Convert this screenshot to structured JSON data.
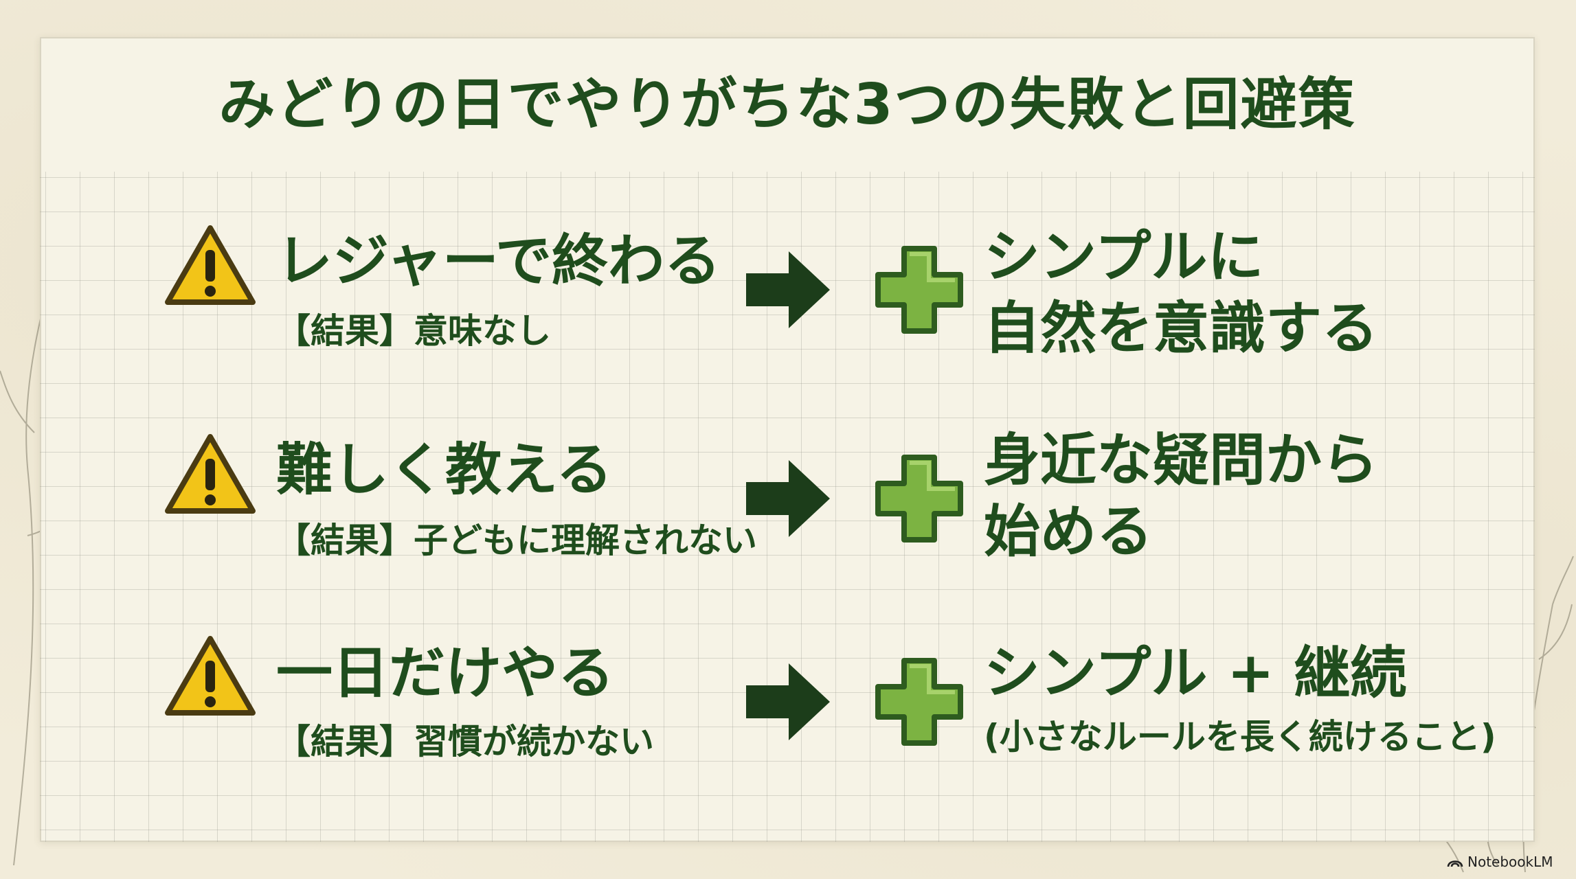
{
  "title": "みどりの日でやりがちな3つの失敗と回避策",
  "rows": [
    {
      "mistake": "レジャーで終わる",
      "result": "【結果】意味なし",
      "solution_lines": [
        "シンプルに",
        "自然を意識する"
      ],
      "solution_sub": ""
    },
    {
      "mistake": "難しく教える",
      "result": "【結果】子どもに理解されない",
      "solution_lines": [
        "身近な疑問から",
        "始める"
      ],
      "solution_sub": ""
    },
    {
      "mistake": "一日だけやる",
      "result": "【結果】習慣が続かない",
      "solution_lines": [
        "シンプル + 継続"
      ],
      "solution_sub": "(小さなルールを長く続けること)"
    }
  ],
  "icons": {
    "warning": "warning-triangle-icon",
    "arrow": "arrow-right-icon",
    "plus": "plus-icon",
    "brand": "notebooklm-logo-icon"
  },
  "colors": {
    "text": "#1f4d1d",
    "arrow": "#1c3d1a",
    "plus_fill": "#7cb342",
    "plus_border": "#2e5c1f",
    "warning_fill": "#f2c418",
    "warning_border": "#4a3b12",
    "background": "#f6f3e6"
  },
  "brand": {
    "label": "NotebookLM"
  }
}
